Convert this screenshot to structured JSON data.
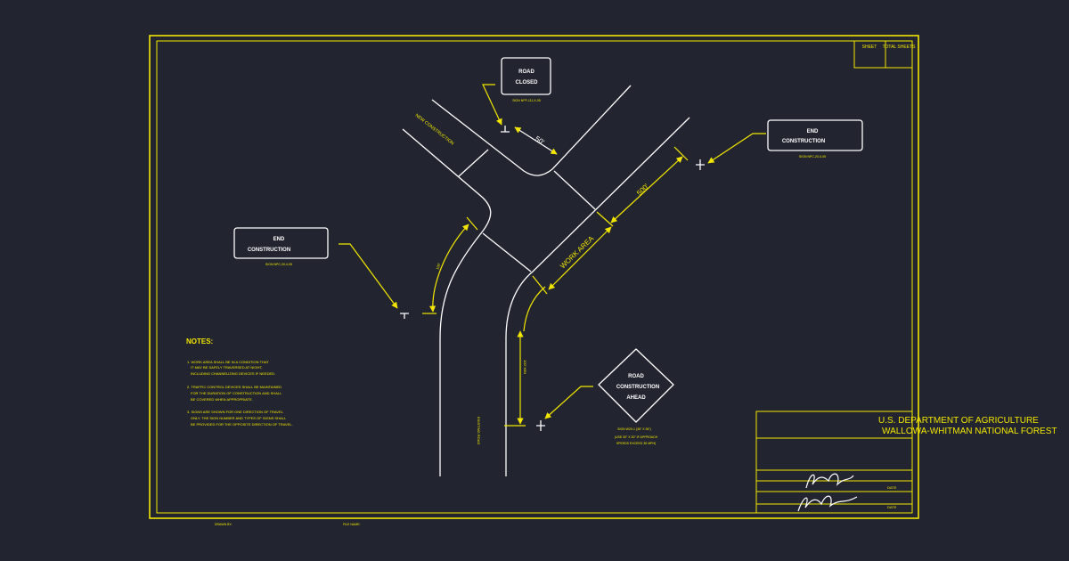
{
  "colors": {
    "background": "#222530",
    "linework": "#ffffff",
    "annotation": "#f2e600"
  },
  "title_block": {
    "sheet_label": "SHEET",
    "total_sheets_label": "TOTAL SHEETS",
    "agency_line1": "U.S. DEPARTMENT OF AGRICULTURE",
    "agency_line2": "WALLOWA-WHITMAN NATIONAL FOREST",
    "date_label": "DATE",
    "date_label_2": "DATE",
    "signature_1": "Larry W. Brown",
    "signature_2": "John W. Wilde"
  },
  "signs": {
    "road_closed": {
      "line1": "ROAD",
      "line2": "CLOSED",
      "code": "SIGN NPF-111-X-05"
    },
    "end_construction_right": {
      "line1": "END",
      "line2": "CONSTRUCTION",
      "code": "SIGN NPC-20-0-05"
    },
    "end_construction_left": {
      "line1": "END",
      "line2": "CONSTRUCTION",
      "code": "SIGN NPC-20-0-05"
    },
    "road_construction_ahead": {
      "line1": "ROAD",
      "line2": "CONSTRUCTION",
      "line3": "AHEAD",
      "code": "SIGN W20-1 (36\" X 36\")",
      "note1": "(USE 30\" X 30\" IF APPROACH",
      "note2": "SPEEDS EXCEED 35 MPH)"
    }
  },
  "labels": {
    "new_construction": "NEW CONSTRUCTION",
    "existing_road": "EXISTING ROAD",
    "work_area": "WORK AREA",
    "dim_50_top": "50'",
    "dim_500": "500'",
    "dim_100_left": "100'",
    "dim_100_right": "100' MIN"
  },
  "notes": {
    "heading": "NOTES:",
    "items": [
      [
        "1.  WORK AREA SHALL BE IN A CONDITION THAT",
        "IT MAY BE SAFELY TRAVERSED AT NIGHT,",
        "INCLUDING CHANNELIZING DEVICES IF NEEDED."
      ],
      [
        "2.  TRAFFIC CONTROL DEVICES SHALL BE MAINTAINED",
        "FOR THE DURATION OF CONSTRUCTION AND SHALL",
        "BE COVERED WHEN APPROPRIATE."
      ],
      [
        "3.  SIGNS ARE SHOWN FOR ONE DIRECTION OF TRAVEL",
        "ONLY. THE SIGN NUMBER AND TYPES OF SIGNS SHALL",
        "BE PROVIDED FOR THE OPPOSITE DIRECTION OF TRAVEL."
      ]
    ]
  },
  "footer": {
    "left": "DRAWN BY:",
    "center": "FILE NAME:"
  }
}
